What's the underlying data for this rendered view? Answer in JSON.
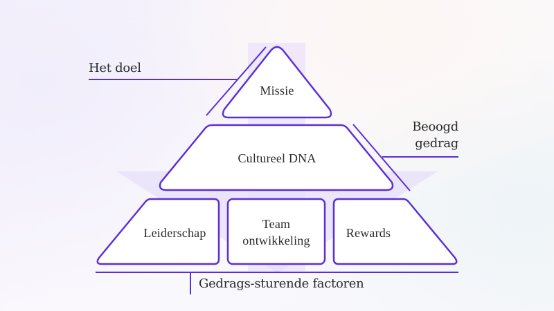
{
  "colors": {
    "accent": "#5b2fd6",
    "shape_fill": "#ffffff",
    "arrow_fill": "#e7e0fa",
    "text": "#2b2b2b"
  },
  "pyramid": {
    "top": {
      "label": "Missie"
    },
    "middle": {
      "label": "Cultureel DNA"
    },
    "bottom": [
      {
        "label": "Leiderschap"
      },
      {
        "label_line1": "Team",
        "label_line2": "ontwikkeling"
      },
      {
        "label": "Rewards"
      }
    ]
  },
  "annotations": {
    "goal": "Het doel",
    "desired_behavior_line1": "Beoogd",
    "desired_behavior_line2": "gedrag",
    "drivers": "Gedrags-sturende factoren"
  }
}
